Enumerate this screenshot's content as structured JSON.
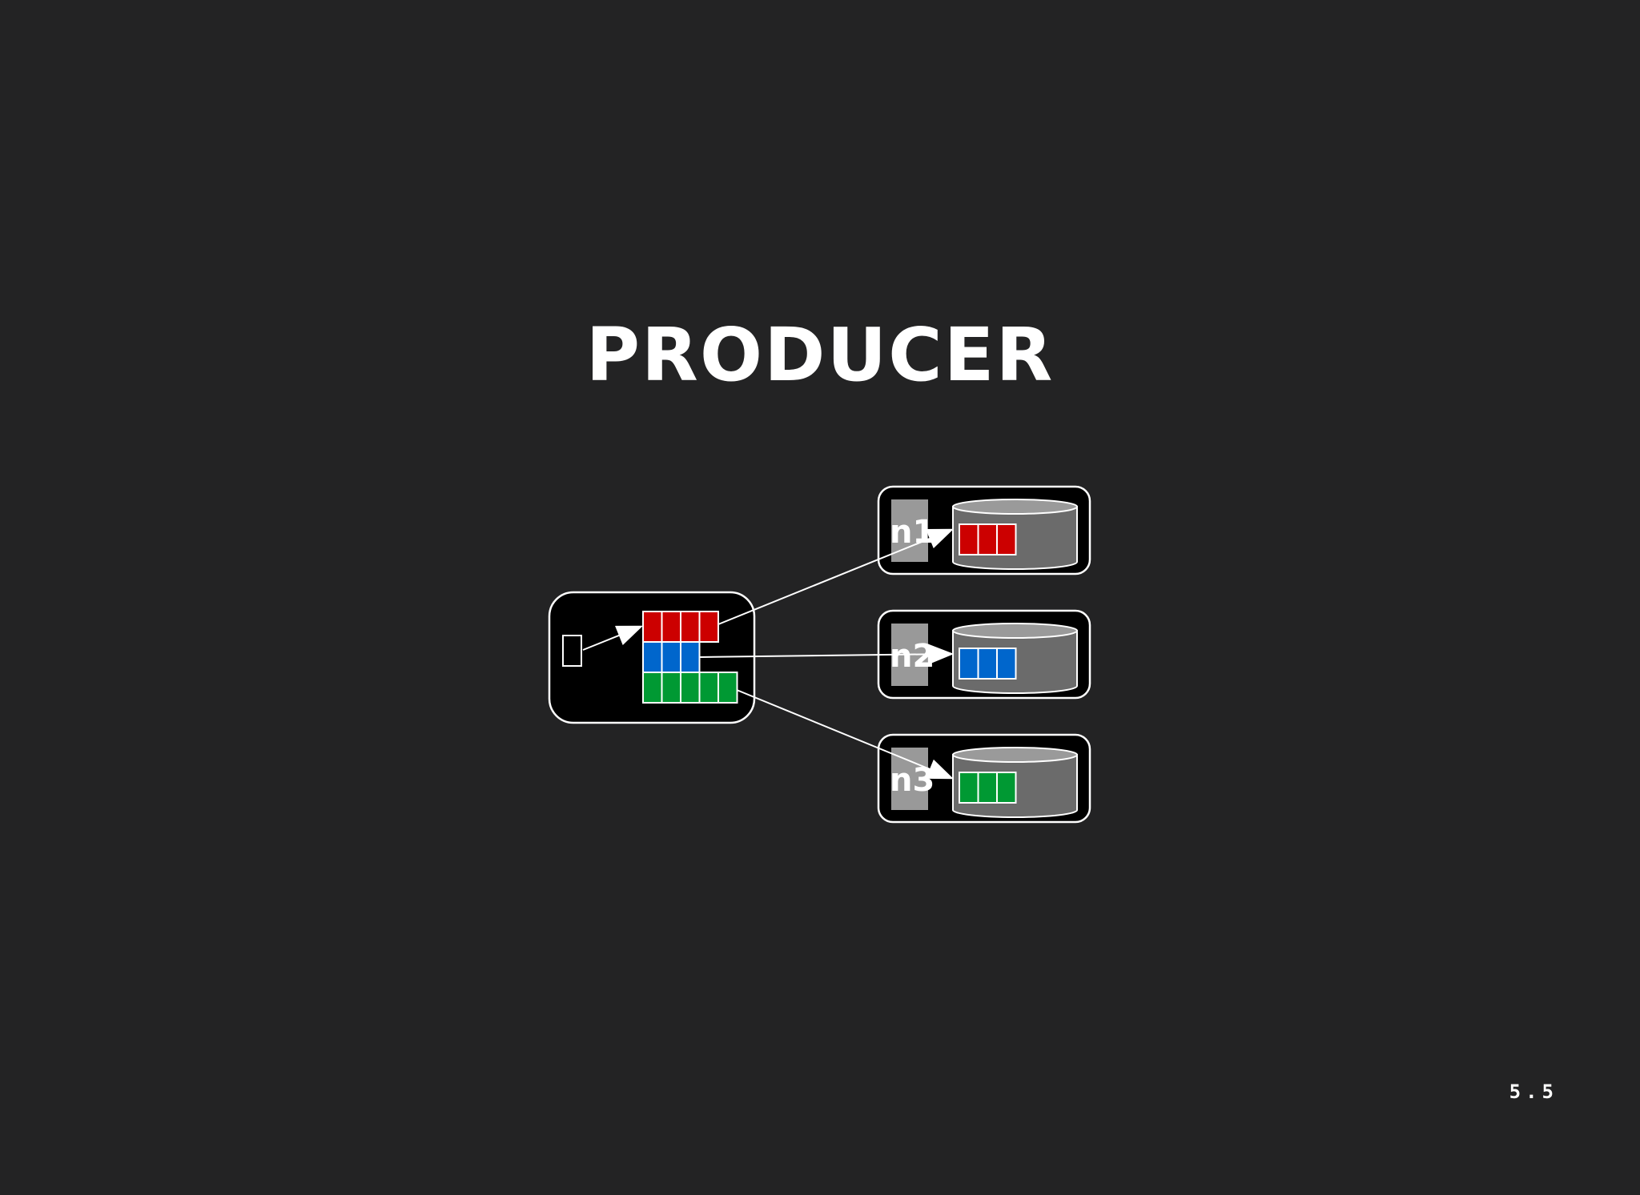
{
  "slide": {
    "title": "PRODUCER",
    "number": "5.5"
  },
  "colors": {
    "background": "#232324",
    "red": "#cc0000",
    "blue": "#0066cc",
    "green": "#009933",
    "outline": "#ffffff",
    "node_panel": "#000000",
    "node_tab": "#999999",
    "disk": "#6b6b6b",
    "disk_top": "#9a9a9a"
  },
  "producer": {
    "batches": [
      {
        "color": "red",
        "count": 4
      },
      {
        "color": "blue",
        "count": 3
      },
      {
        "color": "green",
        "count": 5
      }
    ]
  },
  "nodes": [
    {
      "label": "n1",
      "color": "red",
      "count": 3
    },
    {
      "label": "n2",
      "color": "blue",
      "count": 3
    },
    {
      "label": "n3",
      "color": "green",
      "count": 3
    }
  ]
}
